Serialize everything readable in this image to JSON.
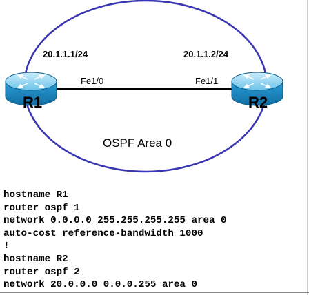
{
  "diagram": {
    "area_label": "OSPF Area 0",
    "colors": {
      "area_circle": "#3a35b0",
      "link": "#000000",
      "router_body": "#1f8fc8",
      "router_top": "#9ad6f2"
    },
    "routers": [
      {
        "name": "R1",
        "interface": "Fe1/0",
        "ip": "20.1.1.1/24",
        "icon": "router-icon"
      },
      {
        "name": "R2",
        "interface": "Fe1/1",
        "ip": "20.1.1.2/24",
        "icon": "router-icon"
      }
    ]
  },
  "config": {
    "lines": [
      "hostname R1",
      "router ospf 1",
      "network 0.0.0.0 255.255.255.255 area 0",
      "auto-cost reference-bandwidth 1000",
      "!",
      "hostname R2",
      "router ospf 2",
      "network 20.0.0.0 0.0.0.255 area 0"
    ]
  }
}
